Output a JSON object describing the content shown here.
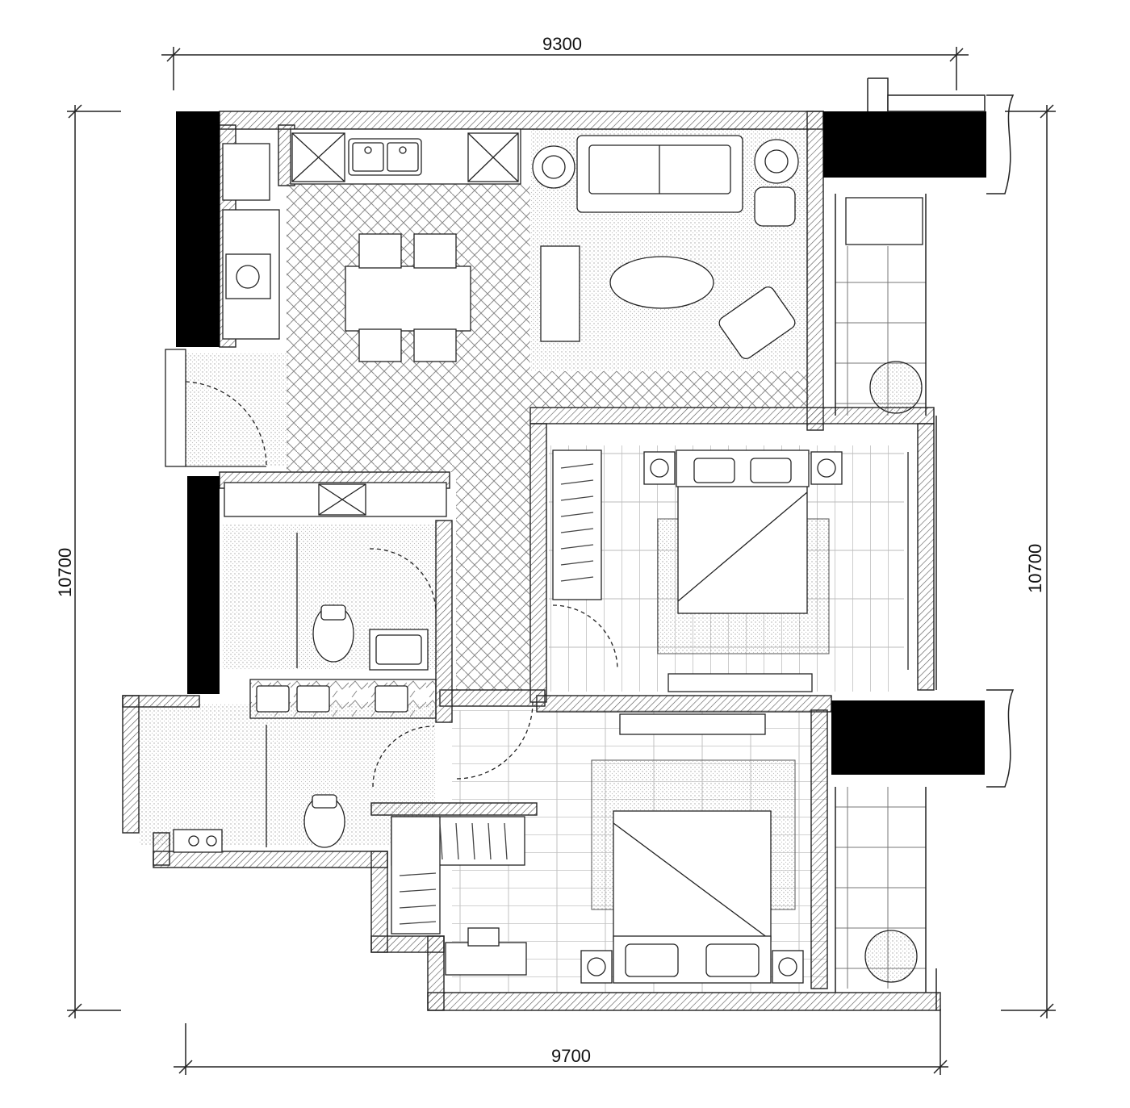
{
  "dimensions": {
    "top": "9300",
    "bottom": "9700",
    "left": "10700",
    "right": "10700"
  },
  "colors": {
    "wall": "#000000",
    "line": "#222222",
    "herringbone": "#8a8a8a",
    "stipple": "#b5b5b5",
    "plank": "#9a9a9a"
  }
}
